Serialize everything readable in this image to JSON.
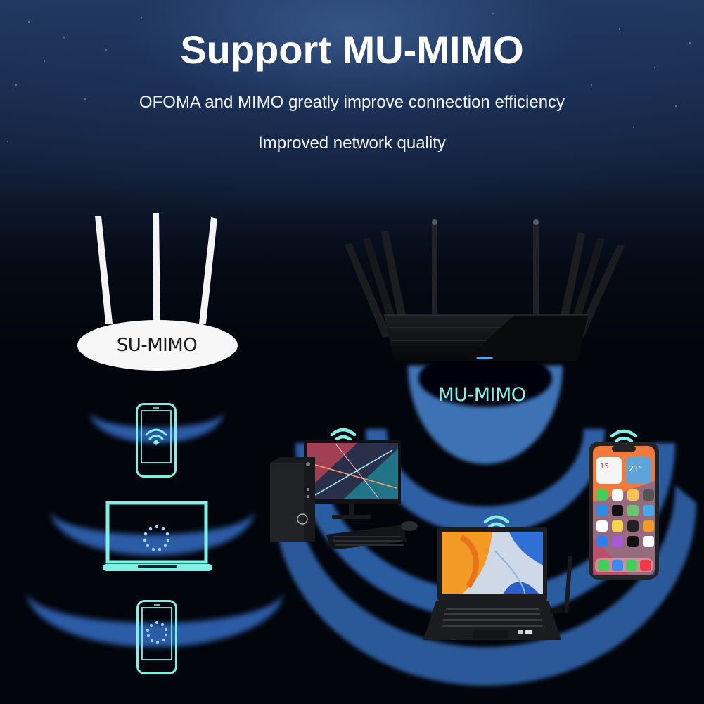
{
  "header": {
    "title": "Support MU-MIMO",
    "subtitle_1": "OFOMA and MIMO greatly improve connection efficiency",
    "subtitle_2": "Improved network quality"
  },
  "left_panel": {
    "router_label": "SU-MIMO",
    "router_color": "#ffffff",
    "devices": [
      {
        "type": "smartphone",
        "screen_icon": "wifi-icon",
        "state": "connected"
      },
      {
        "type": "laptop",
        "screen_icon": "loading-spinner-icon",
        "state": "waiting"
      },
      {
        "type": "smartphone",
        "screen_icon": "loading-spinner-icon",
        "state": "waiting"
      }
    ]
  },
  "right_panel": {
    "router_label": "MU-MIMO",
    "router_color": "#0d0d0f",
    "antenna_count": 8,
    "devices": [
      {
        "type": "desktop-pc",
        "screen_icon": "wifi-icon",
        "state": "connected"
      },
      {
        "type": "laptop",
        "screen_icon": "wifi-icon",
        "state": "connected"
      },
      {
        "type": "smartphone",
        "screen_icon": "wifi-icon",
        "state": "connected"
      }
    ]
  },
  "phone_widget": {
    "date": "15",
    "temp": "21°"
  },
  "colors": {
    "accent_cyan": "#7ff0e3",
    "arc_blue": "#2f5fa8",
    "background": "#02050b",
    "header_blue": "#22395f"
  }
}
